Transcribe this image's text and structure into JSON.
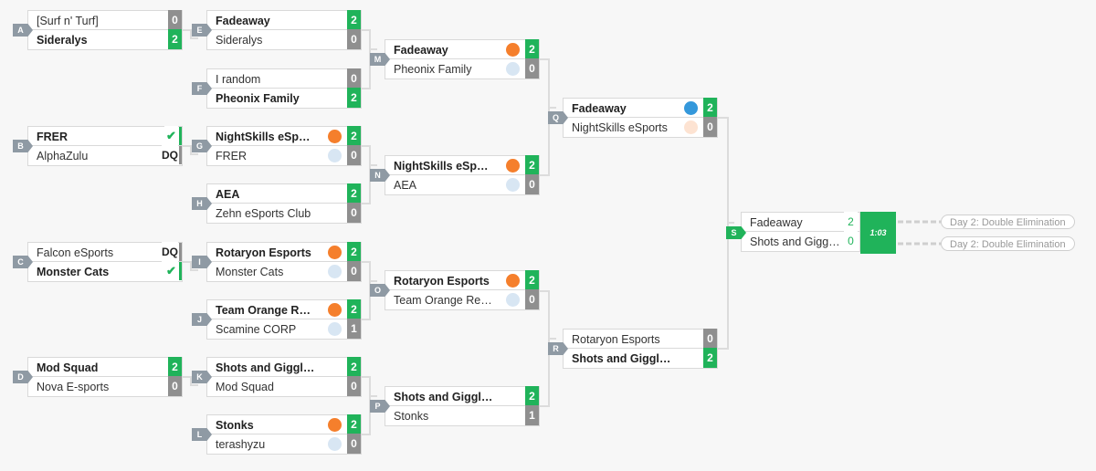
{
  "colors": {
    "win": "#20b35a",
    "loss": "#8f8f8f",
    "orange": "#f57f2c",
    "blue": "#3498db",
    "light_blue": "#d8e6f3",
    "light_orange": "#fde3d2"
  },
  "matches": {
    "A": {
      "label": "A",
      "t1": "[Surf n' Turf]",
      "s1": "0",
      "t2": "Sideralys",
      "s2": "2"
    },
    "B": {
      "label": "B",
      "t1": "FRER",
      "s1": "✔",
      "t2": "AlphaZulu",
      "s2": "DQ"
    },
    "C": {
      "label": "C",
      "t1": "Falcon eSports",
      "s1": "DQ",
      "t2": "Monster Cats",
      "s2": "✔"
    },
    "D": {
      "label": "D",
      "t1": "Mod Squad",
      "s1": "2",
      "t2": "Nova E-sports",
      "s2": "0"
    },
    "E": {
      "label": "E",
      "t1": "Fadeaway",
      "s1": "2",
      "t2": "Sideralys",
      "s2": "0"
    },
    "F": {
      "label": "F",
      "t1": "I random",
      "s1": "0",
      "t2": "Pheonix Family",
      "s2": "2"
    },
    "G": {
      "label": "G",
      "t1": "NightSkills eSports",
      "s1": "2",
      "t2": "FRER",
      "s2": "0"
    },
    "H": {
      "label": "H",
      "t1": "AEA",
      "s1": "2",
      "t2": "Zehn eSports Club",
      "s2": "0"
    },
    "I": {
      "label": "I",
      "t1": "Rotaryon Esports",
      "s1": "2",
      "t2": "Monster Cats",
      "s2": "0"
    },
    "J": {
      "label": "J",
      "t1": "Team Orange Republic",
      "s1": "2",
      "t2": "Scamine CORP",
      "s2": "1"
    },
    "K": {
      "label": "K",
      "t1": "Shots and Giggles",
      "s1": "2",
      "t2": "Mod Squad",
      "s2": "0"
    },
    "L": {
      "label": "L",
      "t1": "Stonks",
      "s1": "2",
      "t2": "terashyzu",
      "s2": "0"
    },
    "M": {
      "label": "M",
      "t1": "Fadeaway",
      "s1": "2",
      "t2": "Pheonix Family",
      "s2": "0"
    },
    "N": {
      "label": "N",
      "t1": "NightSkills eSports",
      "s1": "2",
      "t2": "AEA",
      "s2": "0"
    },
    "O": {
      "label": "O",
      "t1": "Rotaryon Esports",
      "s1": "2",
      "t2": "Team Orange Recycling",
      "s2": "0"
    },
    "P": {
      "label": "P",
      "t1": "Shots and Giggles",
      "s1": "2",
      "t2": "Stonks",
      "s2": "1"
    },
    "Q": {
      "label": "Q",
      "t1": "Fadeaway",
      "s1": "2",
      "t2": "NightSkills eSports",
      "s2": "0"
    },
    "R": {
      "label": "R",
      "t1": "Rotaryon Esports",
      "s1": "0",
      "t2": "Shots and Giggles",
      "s2": "2"
    },
    "S": {
      "label": "S",
      "t1": "Fadeaway",
      "s1": "2",
      "t2": "Shots and Giggles",
      "s2": "0",
      "time": "1:03"
    }
  },
  "next_stage": {
    "top": "Day 2: Double Elimination",
    "bottom": "Day 2: Double Elimination"
  }
}
